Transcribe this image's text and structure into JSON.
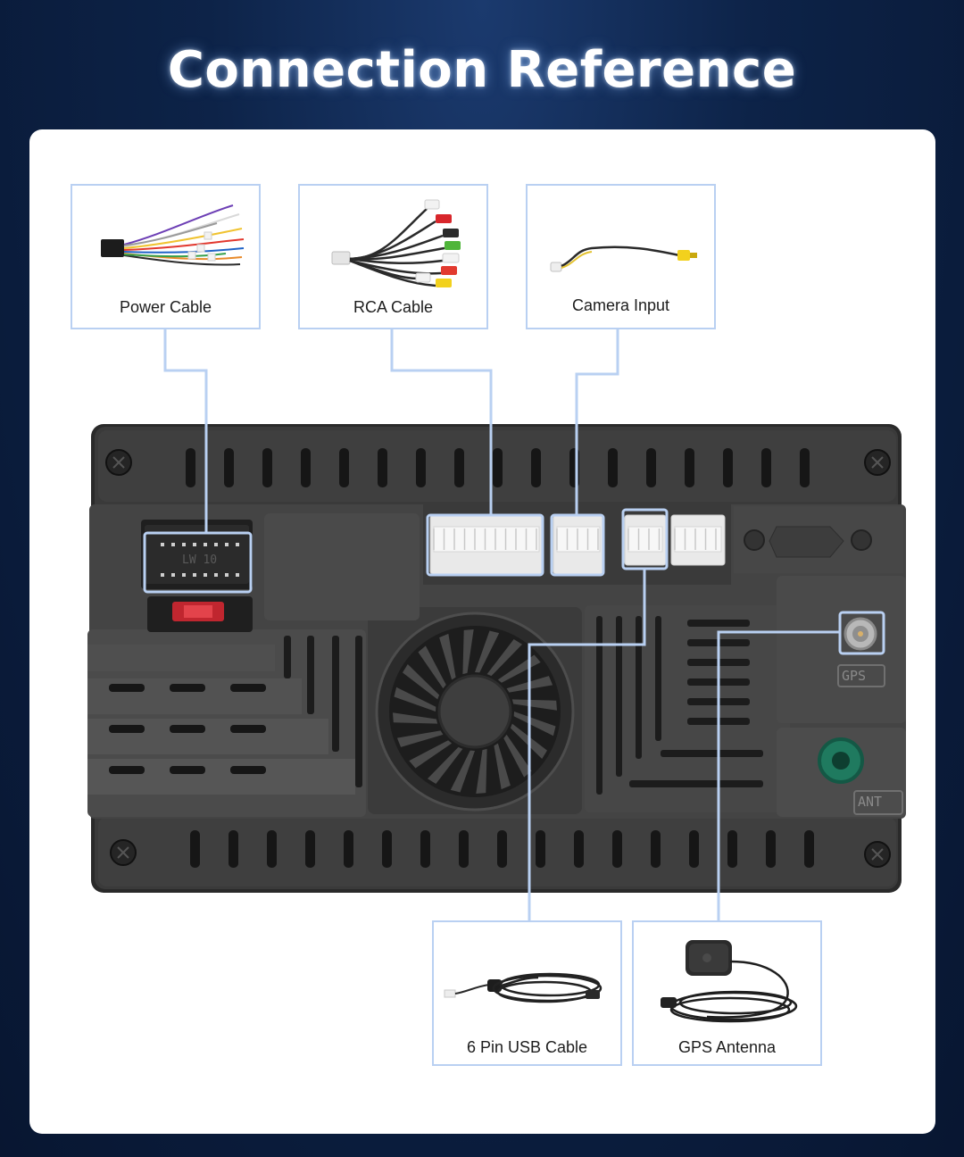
{
  "title": "Connection Reference",
  "cables": {
    "power": "Power Cable",
    "rca": "RCA Cable",
    "camera": "Camera Input",
    "usb": "6 Pin USB Cable",
    "gps": "GPS Antenna"
  },
  "unit_markings": {
    "connector": "LW 10",
    "gps_port": "GPS",
    "ant_port": "ANT"
  },
  "colors": {
    "background": "#0d2348",
    "card": "#ffffff",
    "leader_line": "#b9d0f2",
    "unit_body": "#3d3d3d"
  }
}
